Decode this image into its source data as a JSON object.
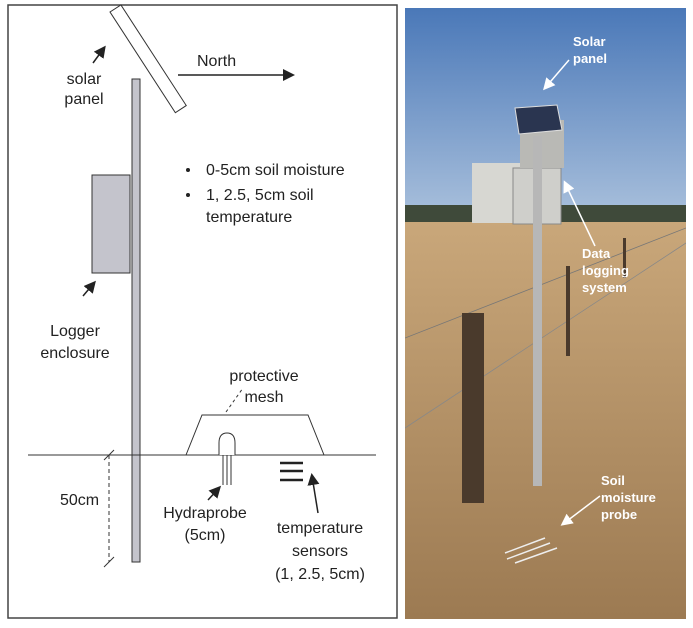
{
  "diagram": {
    "labels": {
      "solar_panel": [
        "solar",
        "panel"
      ],
      "north": "North",
      "bullets": [
        "0-5cm soil moisture",
        "1, 2.5, 5cm soil",
        "temperature"
      ],
      "logger_enclosure": [
        "Logger",
        "enclosure"
      ],
      "protective_mesh": [
        "protective",
        "mesh"
      ],
      "depth": "50cm",
      "hydraprobe": [
        "Hydraprobe",
        "(5cm)"
      ],
      "temperature_sensors": [
        "temperature",
        "sensors",
        "(1, 2.5, 5cm)"
      ]
    },
    "colors": {
      "pole": "#c4c4cc",
      "enclosure": "#c4c4cc"
    }
  },
  "photo": {
    "labels": {
      "solar_panel": [
        "Solar",
        "panel"
      ],
      "data_logging": [
        "Data",
        "logging",
        "system"
      ],
      "soil_probe": [
        "Soil",
        "moisture",
        "probe"
      ]
    },
    "colors": {
      "sky": "#5b86c0",
      "field": "#b89466"
    }
  }
}
